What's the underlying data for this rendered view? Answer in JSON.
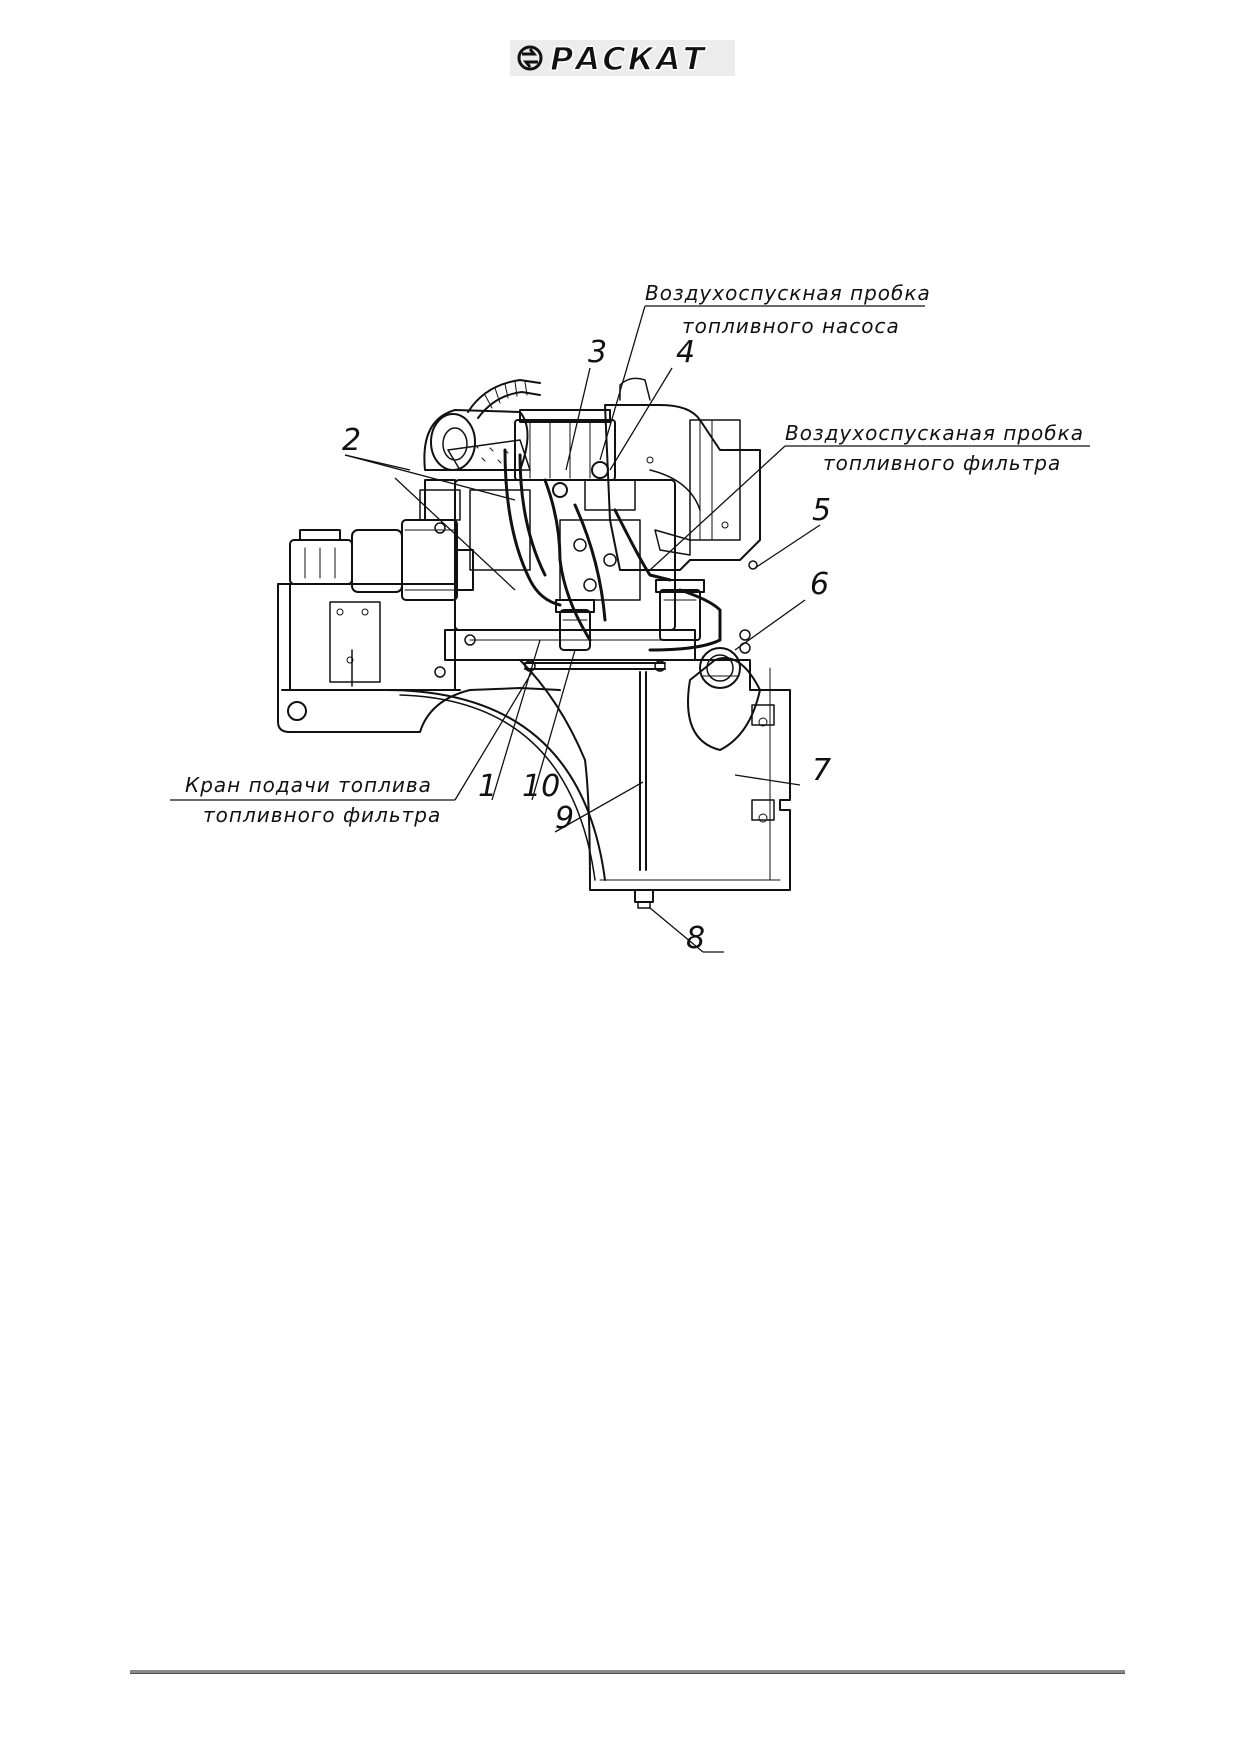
{
  "header": {
    "logo_text": "РАСКАТ"
  },
  "callouts": {
    "pump_bleed_line1": "Воздухоспускная пробка",
    "pump_bleed_line2": "топливного насоса",
    "filter_bleed_line1": "Воздухоспусканая пробка",
    "filter_bleed_line2": "топливного фильтра",
    "valve_line1": "Кран подачи топлива",
    "valve_line2": "топливного фильтра"
  },
  "part_numbers": {
    "n1": "1",
    "n2": "2",
    "n3": "3",
    "n4": "4",
    "n5": "5",
    "n6": "6",
    "n7": "7",
    "n8": "8",
    "n9": "9",
    "n10": "10"
  },
  "colors": {
    "line": "#111111",
    "footer_rule": "#888888"
  }
}
